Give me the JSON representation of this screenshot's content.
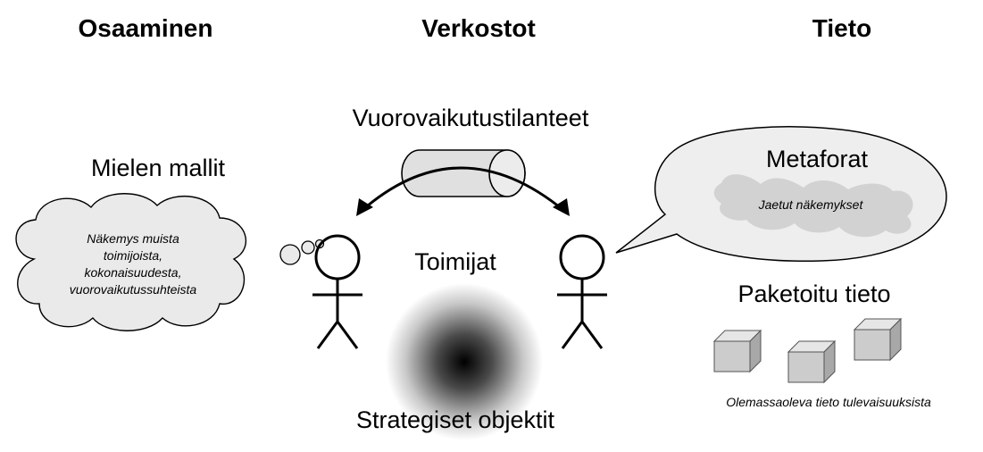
{
  "headers": {
    "left": "Osaaminen",
    "middle": "Verkostot",
    "right": "Tieto"
  },
  "labels": {
    "interactions": "Vuorovaikutustilanteet",
    "mental_models": "Mielen mallit",
    "actors": "Toimijat",
    "strategic_objects": "Strategiset objektit",
    "metaphors": "Metaforat",
    "packaged_knowledge": "Paketoitu tieto"
  },
  "notes": {
    "thought_lines": [
      "Näkemys muista",
      "toimijoista,",
      "kokonaisuudesta,",
      "vuorovaikutussuhteista"
    ],
    "shared_views": "Jaetut näkemykset",
    "existing_knowledge": "Olemassaoleva tieto tulevaisuuksista"
  },
  "colors": {
    "line": "#000000",
    "bubble_fill": "#eeeeee",
    "cloud_fill": "#eaeaea",
    "cylinder_fill": "#e0e0e0",
    "blob_fill": "#d2d2d2",
    "cube_front": "#cccccc",
    "cube_top": "#e6e6e6",
    "cube_side": "#a8a8a8"
  }
}
